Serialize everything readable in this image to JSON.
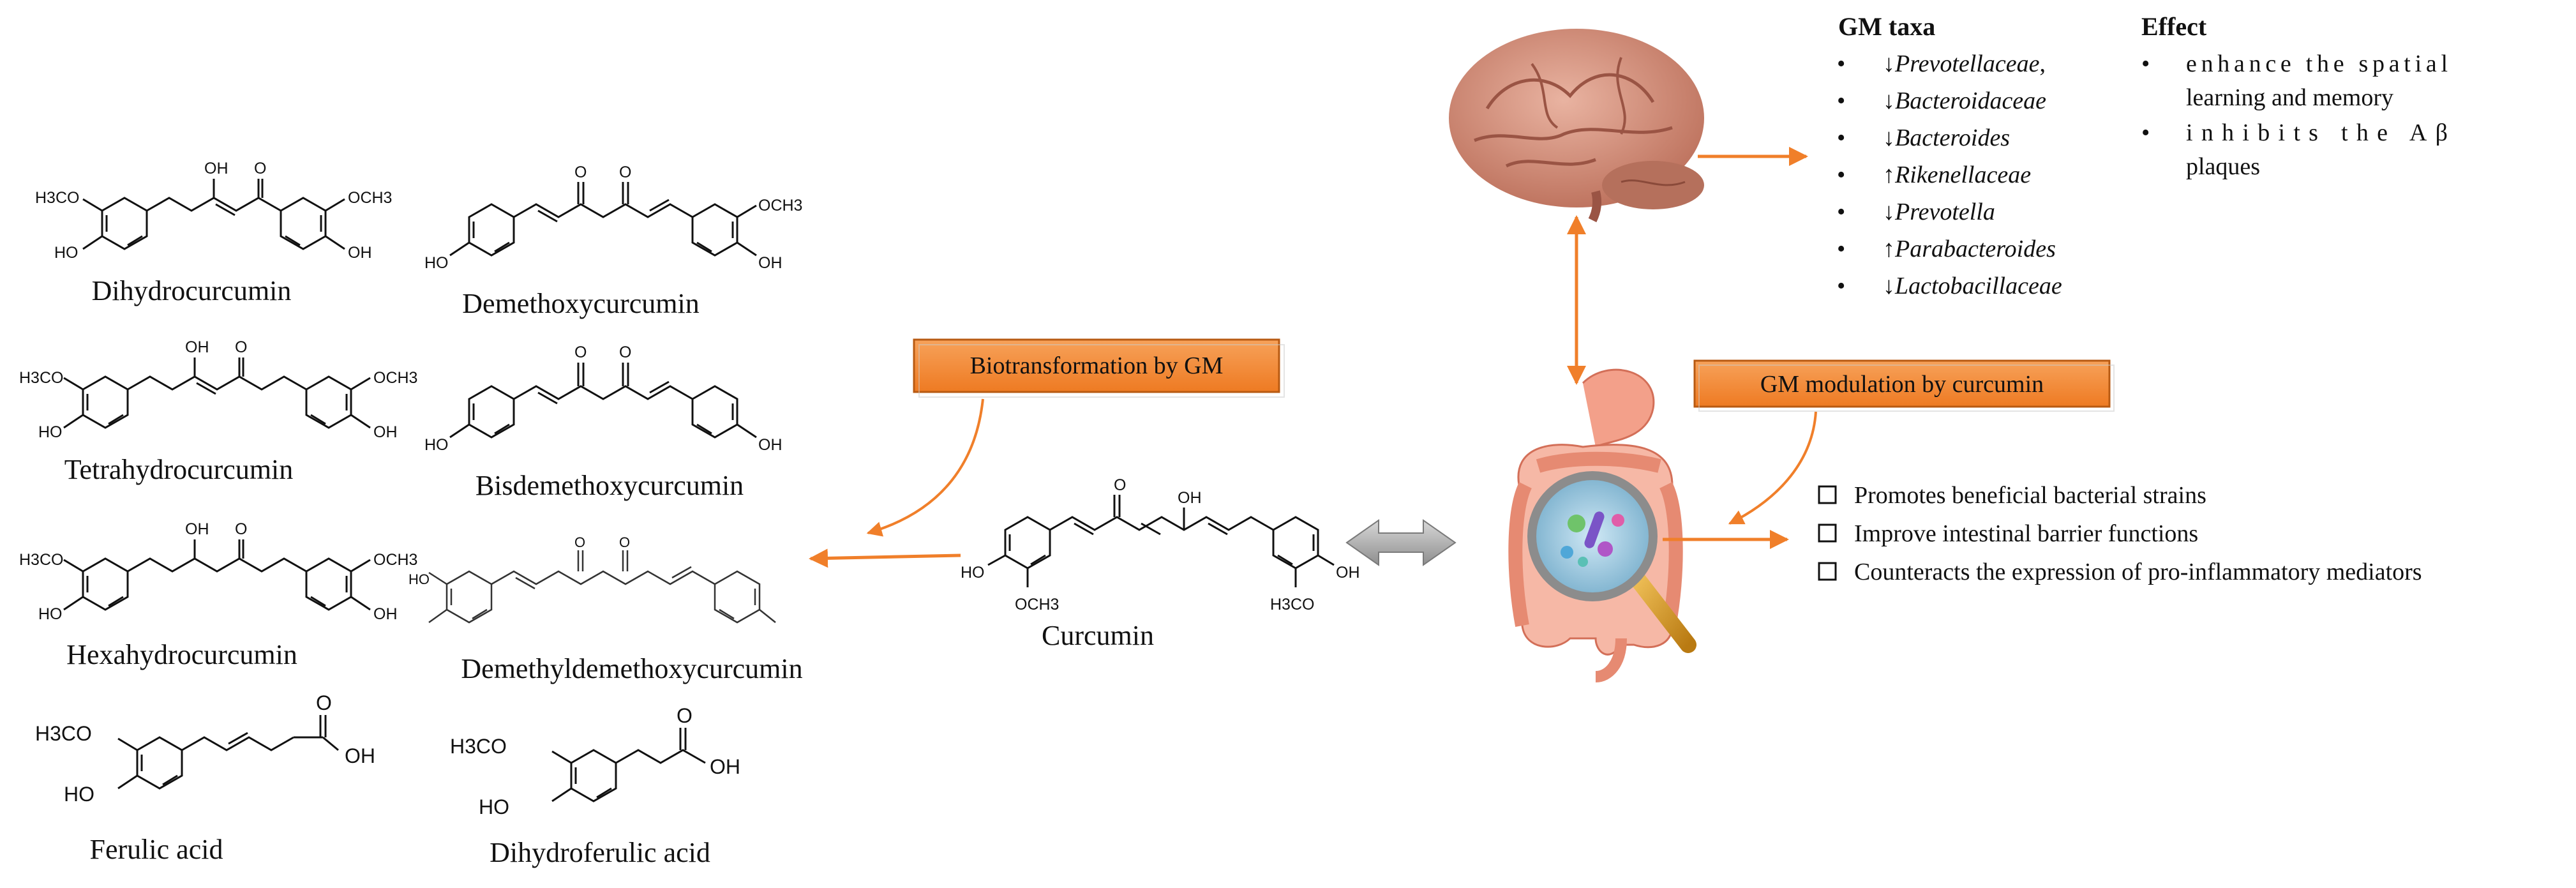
{
  "compounds": {
    "dihydrocurcumin": "Dihydrocurcumin",
    "demethoxycurcumin": "Demethoxycurcumin",
    "tetrahydrocurcumin": "Tetrahydrocurcumin",
    "bisdemethoxycurcumin": "Bisdemethoxycurcumin",
    "hexahydrocurcumin": "Hexahydrocurcumin",
    "demethyldemethoxycurcumin": "Demethyldemethoxycurcumin",
    "ferulic_acid": "Ferulic acid",
    "dihydroferulic_acid": "Dihydroferulic acid",
    "curcumin": "Curcumin"
  },
  "atoms": {
    "oh": "OH",
    "ho": "HO",
    "o": "O",
    "h3co": "H3CO",
    "och3": "OCH3",
    "h3co_left": "H3CO",
    "ho_short": "HO"
  },
  "boxes": {
    "biotransformation": "Biotransformation by GM",
    "modulation": "GM modulation by curcumin"
  },
  "gm_taxa": {
    "heading": "GM taxa",
    "items": [
      {
        "arrow": "↓",
        "name": "Prevotellaceae",
        "suffix": ","
      },
      {
        "arrow": "↓",
        "name": "Bacteroidaceae",
        "suffix": ""
      },
      {
        "arrow": "↓",
        "name": "Bacteroides",
        "suffix": ""
      },
      {
        "arrow": "↑",
        "name": "Rikenellaceae",
        "suffix": ""
      },
      {
        "arrow": "↓",
        "name": "Prevotella",
        "suffix": ""
      },
      {
        "arrow": "↑",
        "name": "Parabacteroides",
        "suffix": ""
      },
      {
        "arrow": "↓",
        "name": "Lactobacillaceae",
        "suffix": ""
      }
    ]
  },
  "effect": {
    "heading": "Effect",
    "item1_line1": "enhance the spatial",
    "item1_line2": "learning and memory",
    "item2_line1": "inhibits the Aβ",
    "item2_line2": "plaques"
  },
  "benefits": [
    "Promotes beneficial bacterial strains",
    "Improve intestinal barrier functions",
    "Counteracts the expression of pro-inflammatory mediators"
  ],
  "colors": {
    "arrow_orange": "#F07F2A",
    "box_orange": "#F2872F",
    "box_border": "#B85A12",
    "brain": "#D9907A",
    "gut": "#F3A08A",
    "double_arrow": "#9A9A9A"
  },
  "icons": {
    "brain": "brain-illustration",
    "gut": "intestine-illustration",
    "magnifier": "magnifier-icon",
    "checkbox": "checkbox-icon"
  }
}
